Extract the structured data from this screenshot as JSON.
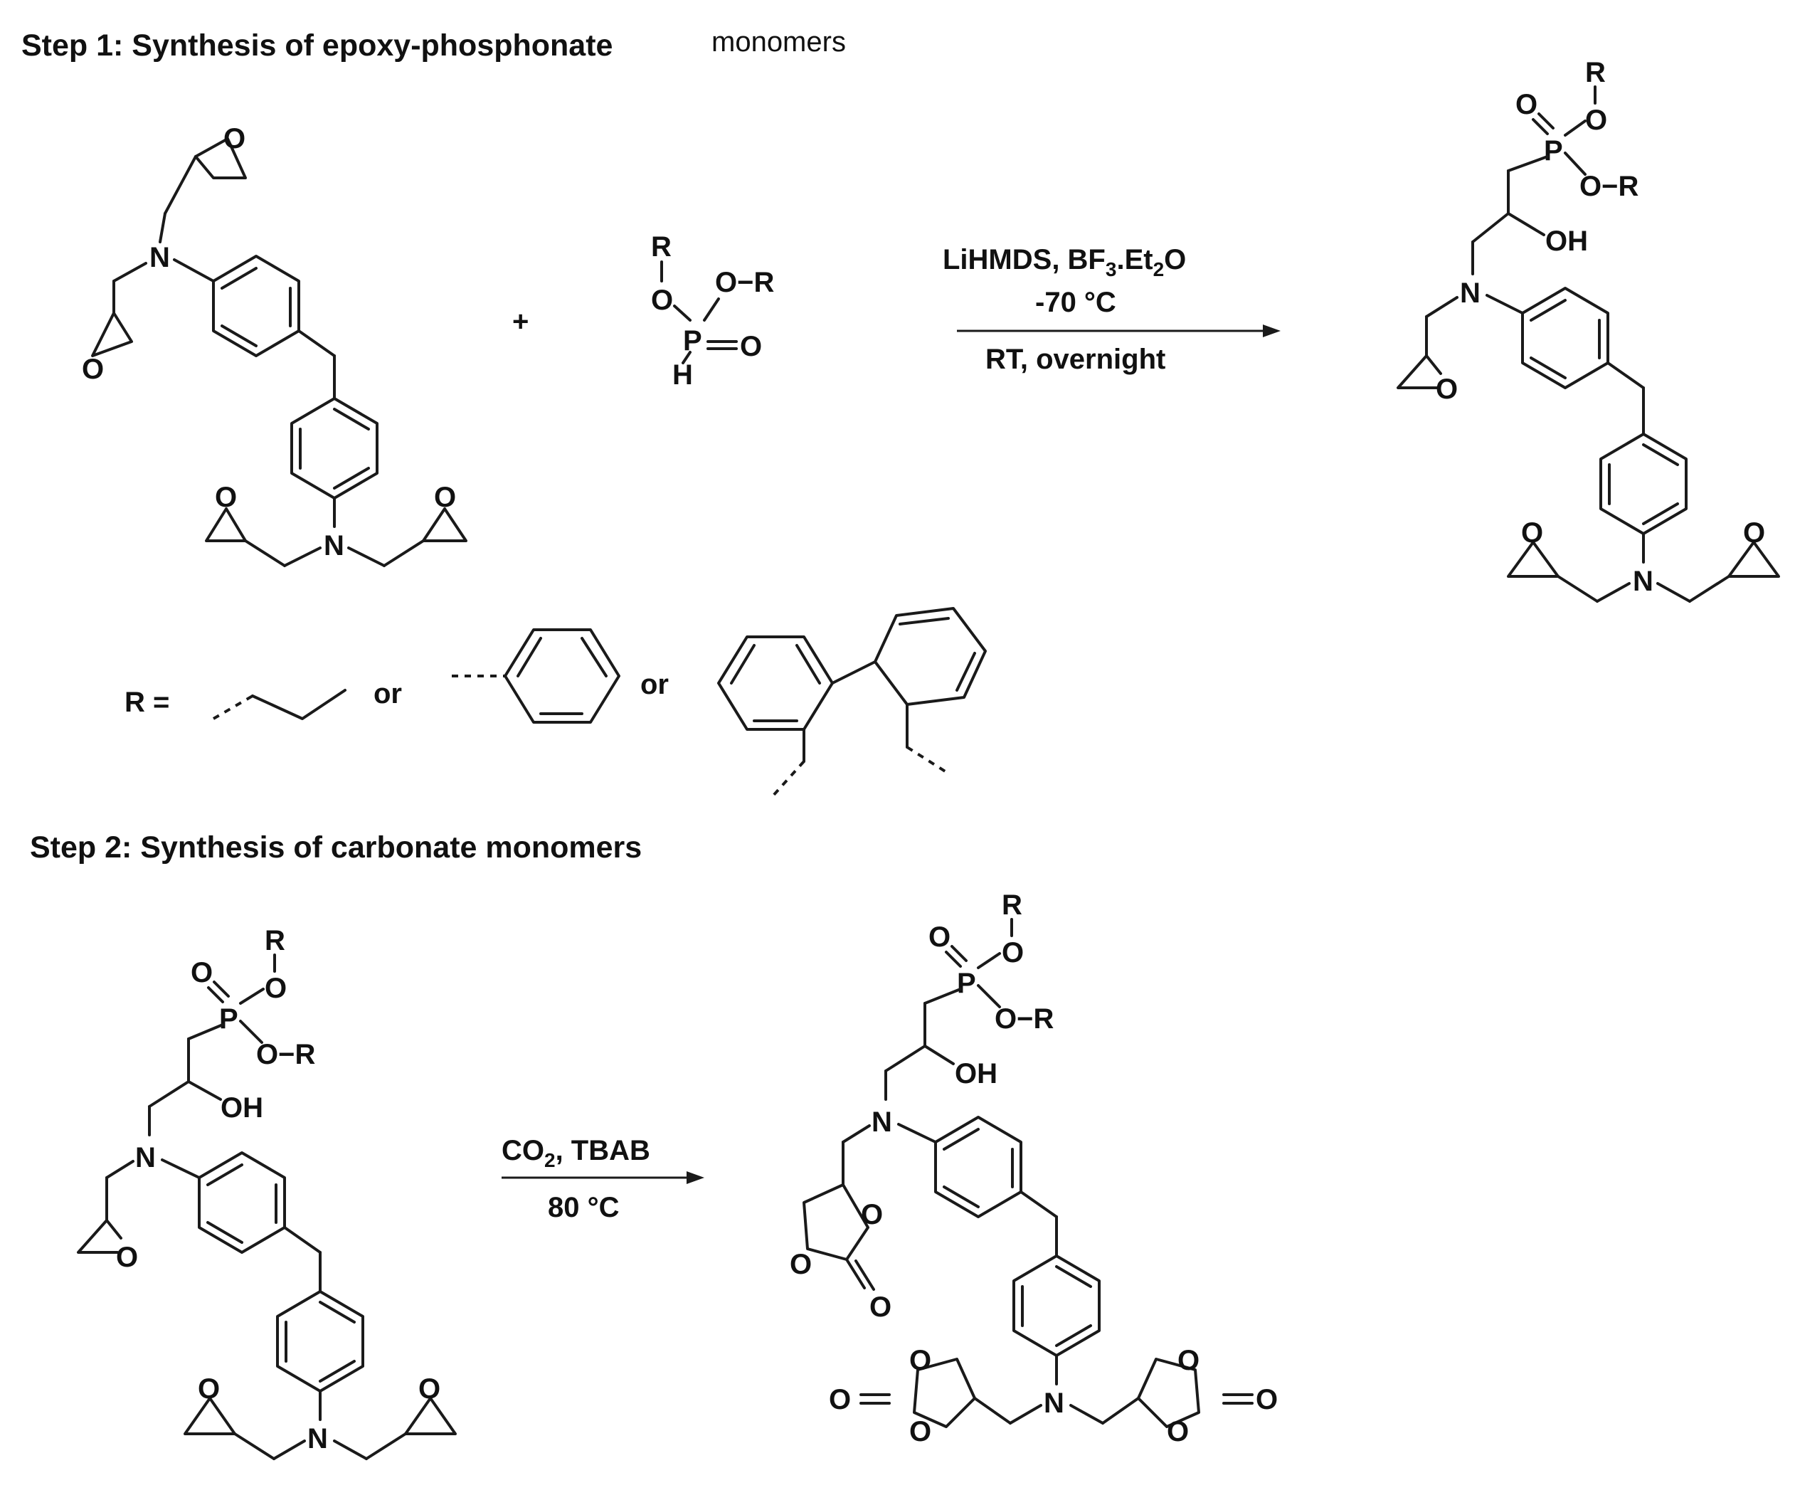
{
  "step1": {
    "title": "Step 1: Synthesis of epoxy-phosphonate",
    "title_tail": "monomers",
    "plus": "+",
    "conditions": {
      "line1_main": "LiHMDS, BF",
      "line1_sub1": "3",
      "line1_mid": ".Et",
      "line1_sub2": "2",
      "line1_end": "O",
      "line2": "-70 °C",
      "below": "RT, overnight"
    },
    "r_definition": {
      "label": "R =",
      "or1": "or",
      "or2": "or"
    }
  },
  "step2": {
    "title": "Step 2: Synthesis of carbonate monomers",
    "conditions": {
      "line1_main": "CO",
      "line1_sub": "2",
      "line1_end": ", TBAB",
      "below": "80 °C"
    }
  },
  "atoms": {
    "N": "N",
    "O": "O",
    "R": "R",
    "P": "P",
    "H": "H",
    "OH": "OH",
    "O_R": "O−R"
  }
}
